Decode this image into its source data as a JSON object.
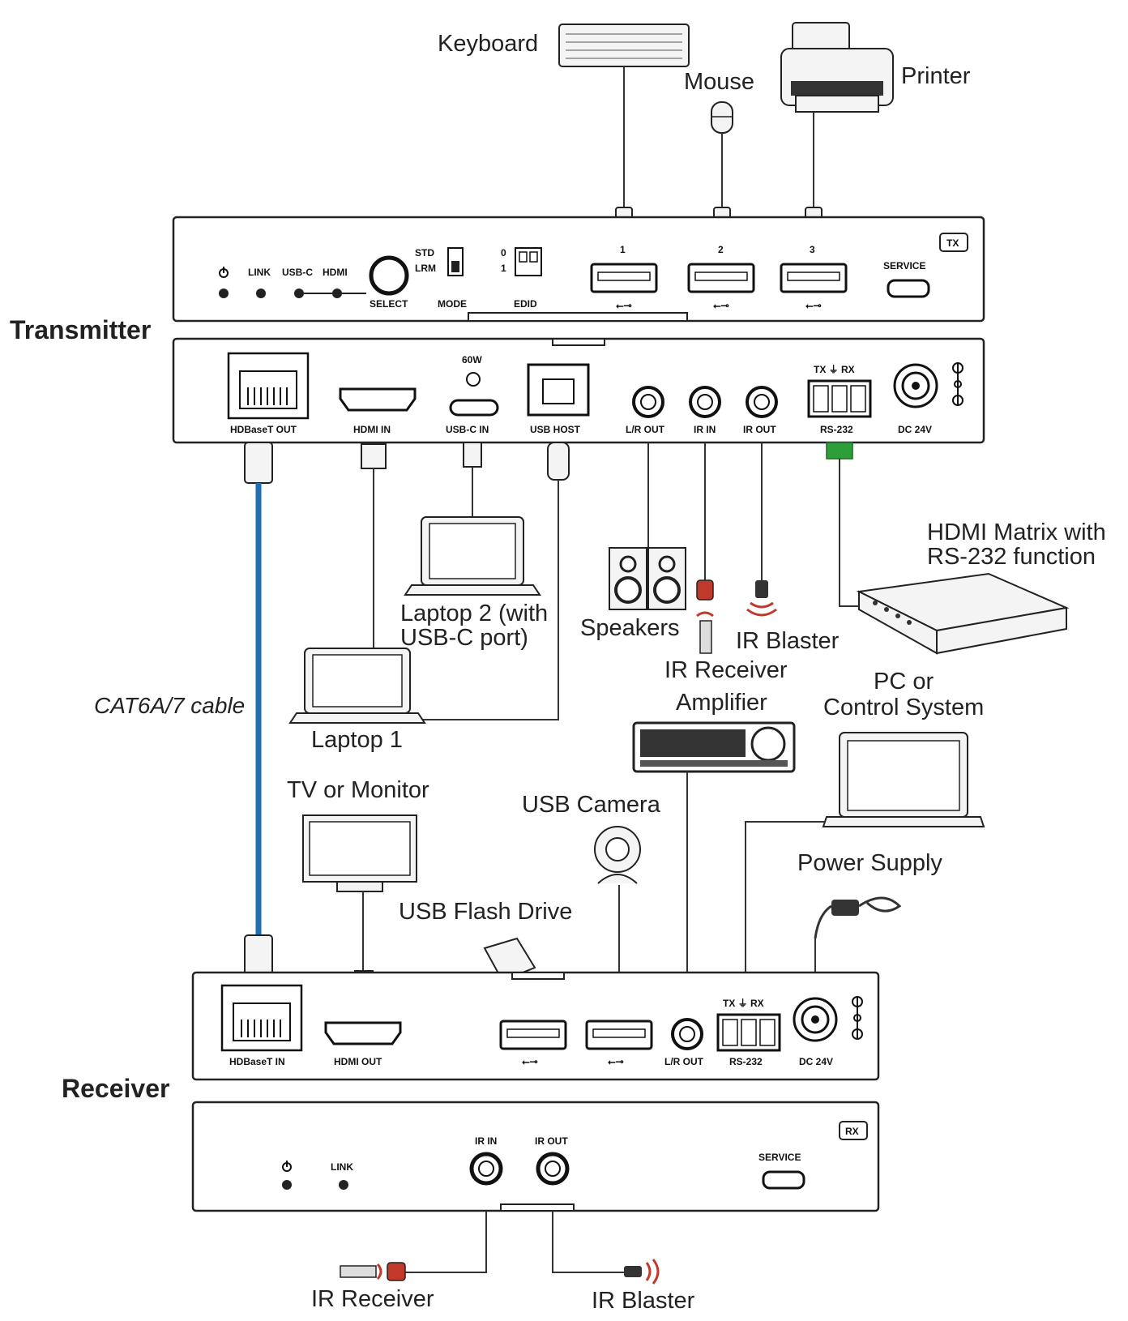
{
  "sections": {
    "transmitter": "Transmitter",
    "receiver": "Receiver",
    "tx_badge": "TX",
    "rx_badge": "RX"
  },
  "tx_front": {
    "leds": [
      "LINK",
      "USB-C",
      "HDMI"
    ],
    "select": "SELECT",
    "mode": "MODE",
    "mode_std": "STD",
    "mode_lrm": "LRM",
    "edid": "EDID",
    "edid_0": "0",
    "edid_1": "1",
    "usb_numbers": [
      "1",
      "2",
      "3"
    ],
    "service": "SERVICE"
  },
  "tx_rear": {
    "ports": [
      "HDBaseT OUT",
      "HDMI IN",
      "USB-C IN",
      "USB HOST",
      "L/R OUT",
      "IR IN",
      "IR OUT",
      "RS-232",
      "DC 24V"
    ],
    "usbc_power": "60W",
    "rs232_pins": "TX ⏚ RX"
  },
  "rx_rear": {
    "ports": [
      "HDBaseT IN",
      "HDMI OUT",
      "L/R OUT",
      "RS-232",
      "DC 24V"
    ],
    "rs232_pins": "TX ⏚ RX"
  },
  "rx_front": {
    "leds": [
      "LINK"
    ],
    "ir_in": "IR IN",
    "ir_out": "IR OUT",
    "service": "SERVICE"
  },
  "devices": {
    "keyboard": "Keyboard",
    "mouse": "Mouse",
    "printer": "Printer",
    "hdmi_matrix_1": "HDMI Matrix with",
    "hdmi_matrix_2": "RS-232 function",
    "laptop2_1": "Laptop 2 (with",
    "laptop2_2": "USB-C port)",
    "speakers": "Speakers",
    "ir_blaster_tx": "IR Blaster",
    "ir_receiver_tx": "IR Receiver",
    "amplifier": "Amplifier",
    "pc_1": "PC or",
    "pc_2": "Control System",
    "cable": "CAT6A/7 cable",
    "laptop1": "Laptop 1",
    "tv": "TV or Monitor",
    "camera": "USB Camera",
    "power": "Power Supply",
    "flash": "USB Flash Drive",
    "ir_receiver_rx": "IR Receiver",
    "ir_blaster_rx": "IR Blaster"
  },
  "colors": {
    "cat_cable": "#1f6fb3",
    "rs232_green": "#2e9e3a",
    "ir_red": "#c0392b"
  },
  "icons": {
    "power_led": "power-icon",
    "usb_symbol": "usb-icon",
    "polarity": "polarity-icon"
  }
}
